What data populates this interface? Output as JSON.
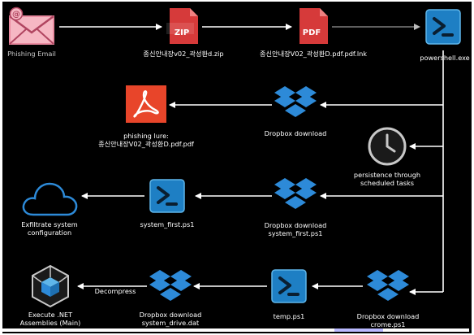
{
  "nodes": {
    "phishing_email": {
      "label": "Phishing Email"
    },
    "zip": {
      "badge": "ZIP",
      "label": "종신안내장v02_곽성환d.zip"
    },
    "lnk": {
      "badge": "PDF",
      "label": "종신안내장V02_곽성환D.pdf.pdf.lnk"
    },
    "powershell": {
      "label": "powershell.exe"
    },
    "dropbox_1": {
      "label": "Dropbox download"
    },
    "lure": {
      "label_line1": "phishing lure:",
      "label_line2": "종신안내장V02_곽성환D.pdf.pdf"
    },
    "persistence": {
      "label_line1": "persistence through",
      "label_line2": "scheduled tasks"
    },
    "dropbox_2": {
      "label_line1": "Dropbox download",
      "label_line2": "system_first.ps1"
    },
    "system_first": {
      "label": "system_first.ps1"
    },
    "exfil": {
      "label_line1": "Exfiltrate system",
      "label_line2": "configuration"
    },
    "dropbox_3": {
      "label_line1": "Dropbox download",
      "label_line2": "crome.ps1"
    },
    "temp": {
      "label": "temp.ps1"
    },
    "dropbox_4": {
      "label_line1": "Dropbox download",
      "label_line2": "system_drive.dat"
    },
    "net": {
      "label_line1": "Execute .NET",
      "label_line2": "Assemblies (Main)"
    }
  },
  "edges": {
    "decompress_label": "Decompress"
  },
  "colors": {
    "background": "#000000",
    "accent_blue": "#1e7fc4",
    "dropbox_blue": "#2d8ad8",
    "file_red": "#d63a3a",
    "pink": "#f1a7b6",
    "lure_red": "#e8452a",
    "wire": "#ffffff"
  }
}
